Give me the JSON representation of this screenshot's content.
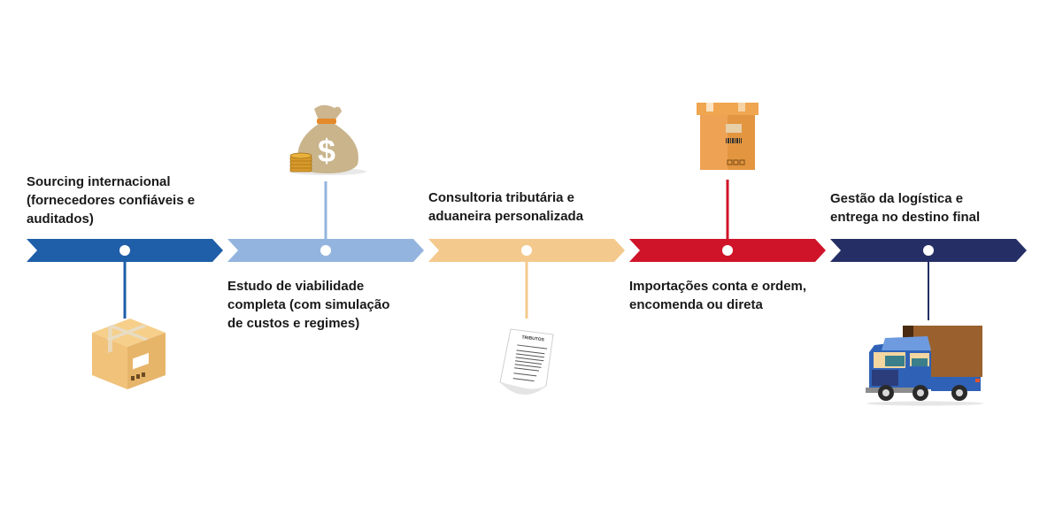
{
  "timeline": {
    "steps": [
      {
        "id": "sourcing",
        "color": "#1f5ea8",
        "lines": [
          "Sourcing internacional",
          "(fornecedores confiáveis e",
          "auditados)"
        ],
        "label_position": "above",
        "icon": "cardboard-box-icon",
        "icon_position": "below"
      },
      {
        "id": "viabilidade",
        "color": "#93b4de",
        "lines": [
          "Estudo de viabilidade",
          "completa (com simulação",
          "de custos e regimes)"
        ],
        "label_position": "below",
        "icon": "money-bag-icon",
        "icon_position": "above"
      },
      {
        "id": "consultoria",
        "color": "#f4c98d",
        "lines": [
          "Consultoria tributária e",
          "aduaneira personalizada"
        ],
        "label_position": "above",
        "icon": "receipt-icon",
        "icon_position": "below"
      },
      {
        "id": "importacoes",
        "color": "#cf1429",
        "lines": [
          "Importações conta e ordem,",
          "encomenda ou direta"
        ],
        "label_position": "below",
        "icon": "shipping-box-icon",
        "icon_position": "above"
      },
      {
        "id": "logistica",
        "color": "#252f66",
        "lines": [
          "Gestão da logística e",
          "entrega no destino final"
        ],
        "label_position": "above",
        "icon": "truck-icon",
        "icon_position": "below"
      }
    ],
    "receipt_title": "TRIBUTOS"
  }
}
